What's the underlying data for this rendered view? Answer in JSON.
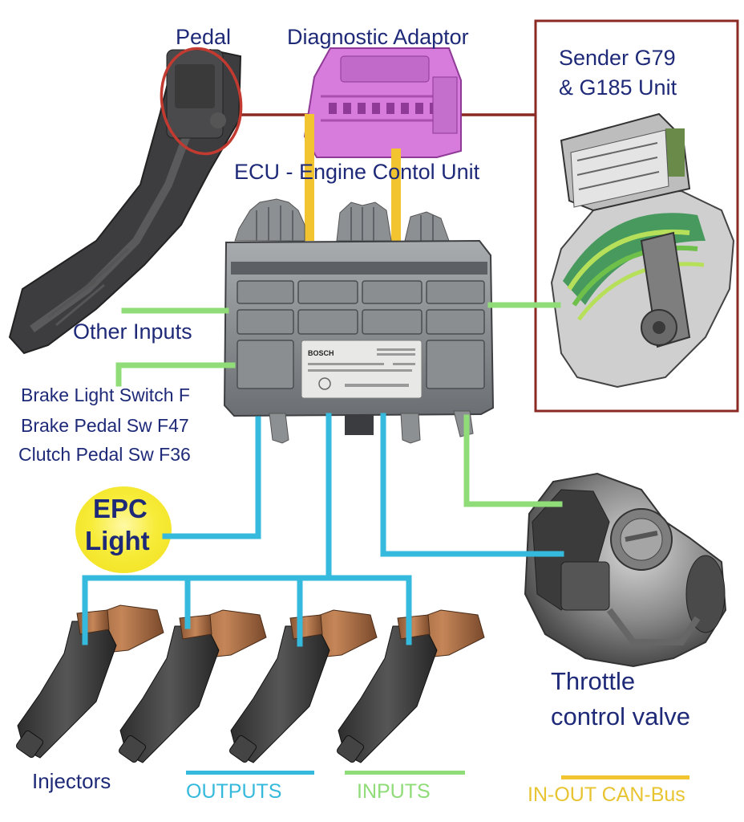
{
  "labels": {
    "pedal": "Pedal",
    "diagnostic_adaptor": "Diagnostic Adaptor",
    "sender_line1": "Sender G79",
    "sender_line2": "& G185 Unit",
    "ecu": "ECU - Engine Contol Unit",
    "other_inputs": "Other Inputs",
    "brake_light_switch": "Brake Light Switch F",
    "brake_pedal_sw": "Brake Pedal Sw F47",
    "clutch_pedal_sw": "Clutch Pedal Sw F36",
    "epc_line1": "EPC",
    "epc_line2": "Light",
    "throttle_line1": "Throttle",
    "throttle_line2": "control valve",
    "injectors": "Injectors"
  },
  "ecu_plate": {
    "brand": "BOSCH"
  },
  "legend": {
    "outputs": "OUTPUTS",
    "inputs": "INPUTS",
    "can_bus": "IN-OUT CAN-Bus"
  },
  "colors": {
    "outputs": "#35b9dc",
    "inputs": "#8fdc78",
    "can_bus": "#f2c530",
    "sender_box": "#8b2a22",
    "label_text": "#1e2a78",
    "epc_light": "#f7ec39",
    "diagnostic_adaptor": "#d77bdd"
  }
}
